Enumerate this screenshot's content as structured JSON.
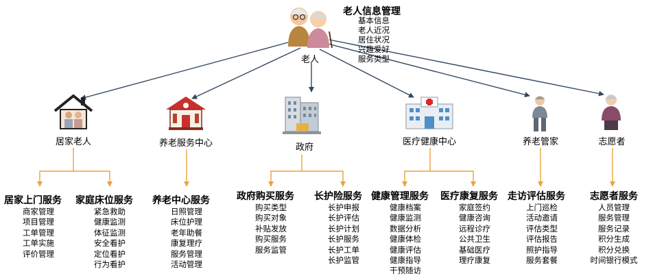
{
  "root": {
    "title": "老人信息管理",
    "info_items": [
      "基本信息",
      "老人近况",
      "居住状况",
      "兴趣爱好",
      "服务类型"
    ],
    "label": "老人"
  },
  "nodes": [
    {
      "label": "居家老人",
      "icon": "home-elderly-icon"
    },
    {
      "label": "养老服务中心",
      "icon": "nursing-center-icon"
    },
    {
      "label": "政府",
      "icon": "government-building-icon"
    },
    {
      "label": "医疗健康中心",
      "icon": "hospital-icon"
    },
    {
      "label": "养老管家",
      "icon": "care-manager-icon"
    },
    {
      "label": "志愿者",
      "icon": "volunteer-icon"
    }
  ],
  "services": [
    {
      "title": "居家上门服务",
      "items": [
        "商家管理",
        "项目管理",
        "工单管理",
        "工单实施",
        "评价管理"
      ]
    },
    {
      "title": "家庭床位服务",
      "items": [
        "紧急救助",
        "健康监测",
        "体征监测",
        "安全看护",
        "定位看护",
        "行为看护"
      ]
    },
    {
      "title": "养老中心服务",
      "items": [
        "日照管理",
        "床位护理",
        "老年助餐",
        "康复理疗",
        "服务管理",
        "活动管理"
      ]
    },
    {
      "title": "政府购买服务",
      "items": [
        "购买类型",
        "购买对象",
        "补贴发放",
        "购买服务",
        "服务监管"
      ]
    },
    {
      "title": "长护险服务",
      "items": [
        "长护申报",
        "长护评估",
        "长护计划",
        "长护服务",
        "长护工单",
        "长护监管"
      ]
    },
    {
      "title": "健康管理服务",
      "items": [
        "健康档案",
        "健康监测",
        "数据分析",
        "健康体检",
        "健康评估",
        "健康指导",
        "干预随访"
      ]
    },
    {
      "title": "医疗康复服务",
      "items": [
        "家庭签约",
        "健康咨询",
        "远程诊疗",
        "公共卫生",
        "基础医疗",
        "理疗康复"
      ]
    },
    {
      "title": "走访评估服务",
      "items": [
        "上门巡检",
        "活动邀请",
        "评估类型",
        "评估报告",
        "照护指导",
        "服务套餐"
      ]
    },
    {
      "title": "志愿者服务",
      "items": [
        "人员管理",
        "服务管理",
        "服务记录",
        "积分生成",
        "积分兑换",
        "时间银行模式"
      ]
    }
  ],
  "colors": {
    "arrow_blue": "#33485f",
    "branch_orange": "#e8a33c"
  }
}
